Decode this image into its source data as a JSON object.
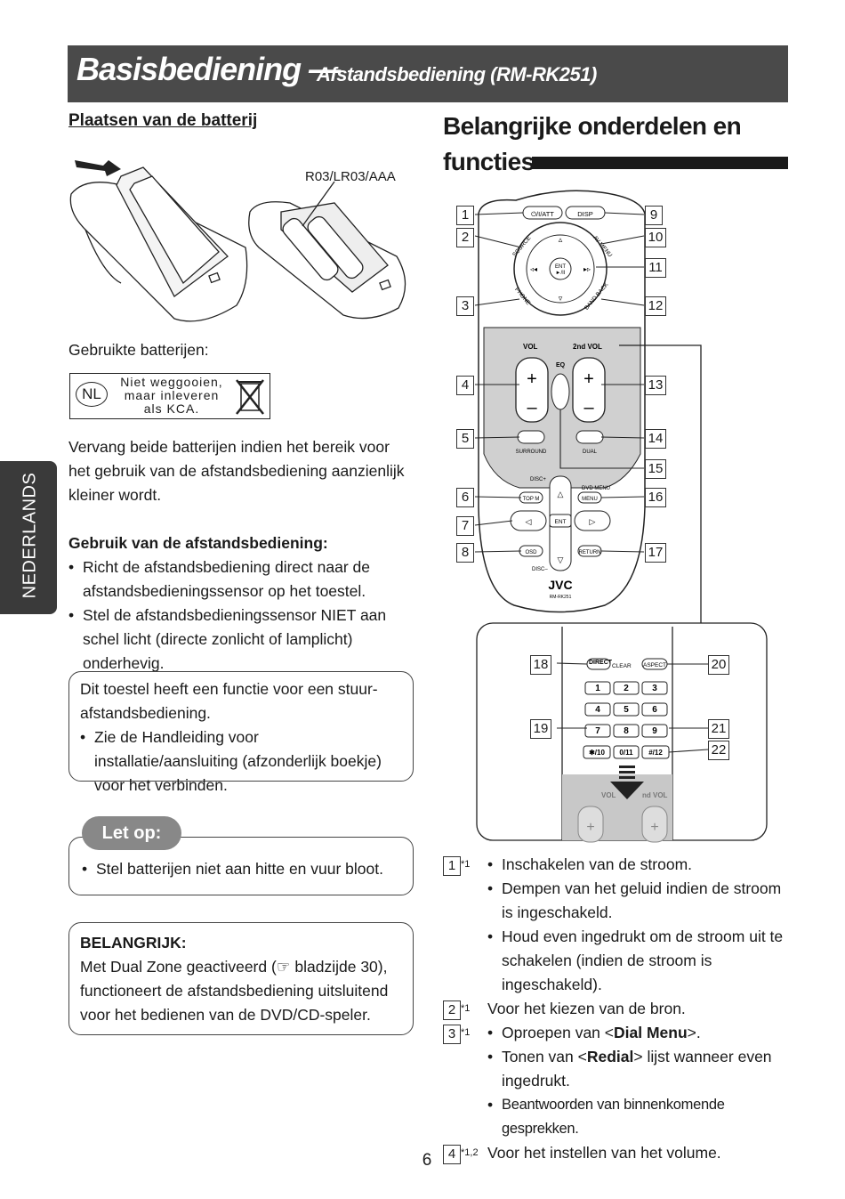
{
  "header": {
    "title": "Basisbediening —",
    "subtitle": "Afstandsbediening (RM-RK251)"
  },
  "side_tab": "NEDERLANDS",
  "left": {
    "battery_heading": "Plaatsen van de batterij",
    "battery_type": "R03/LR03/AAA",
    "used_batteries": "Gebruikte batterijen:",
    "kca": {
      "badge": "NL",
      "lines": [
        "Niet weggooien,",
        "maar inleveren",
        "als KCA."
      ]
    },
    "replace_text": "Vervang beide batterijen indien het bereik voor het gebruik van de afstandsbediening aanzienlijk kleiner wordt.",
    "use_heading": "Gebruik van de afstandsbediening:",
    "use_bullets": [
      "Richt de afstandsbediening direct naar de afstandsbedieningssensor op het toestel.",
      "Stel de afstandsbedieningssensor NIET aan schel licht (directe zonlicht of lamplicht) onderhevig."
    ],
    "steering_box": {
      "text": "Dit toestel heeft een functie voor een stuur-afstandsbediening.",
      "bullet": "Zie de Handleiding voor installatie/aansluiting (afzonderlijk boekje) voor het verbinden."
    },
    "caution": {
      "label": "Let op:",
      "bullet": "Stel batterijen niet aan hitte en vuur bloot."
    },
    "important": {
      "heading": "BELANGRIJK:",
      "text_before": "Met Dual Zone geactiveerd (",
      "ref_icon": "☞",
      "text_after": " bladzijde 30), functioneert de afstandsbediening uitsluitend voor het bedienen van de DVD/CD-speler."
    }
  },
  "right": {
    "title_line1": "Belangrijke onderdelen en",
    "title_line2": "functies",
    "remote_buttons": {
      "power": "⏻/I/ATT",
      "disp": "DISP",
      "source": "SOURCE",
      "av_menu": "AV MENU",
      "ent": "ENT",
      "phone": "PHONE",
      "bandback": "BAND BACK",
      "vol": "VOL",
      "vol2": "2nd VOL",
      "eq": "EQ",
      "surround": "SURROUND",
      "dual": "DUAL",
      "disc_plus": "DISC+",
      "dvd_menu": "DVD MENU",
      "topm": "TOP M",
      "menu": "MENU",
      "ent2": "ENT",
      "osd": "OSD",
      "return": "RETURN",
      "disc_minus": "DISC–",
      "brand": "JVC",
      "model": "RM-RK251",
      "direct": "DIRECT",
      "clear": "CLEAR",
      "aspect": "ASPECT",
      "keys": [
        "1",
        "2",
        "3",
        "4",
        "5",
        "6",
        "7",
        "8",
        "9",
        "✱/10",
        "0/11",
        "#/12"
      ]
    },
    "callouts": [
      "1",
      "2",
      "3",
      "4",
      "5",
      "6",
      "7",
      "8",
      "9",
      "10",
      "11",
      "12",
      "13",
      "14",
      "15",
      "16",
      "17",
      "18",
      "19",
      "20",
      "21",
      "22"
    ],
    "items": [
      {
        "num": "1",
        "sup": "*1",
        "bullets": [
          "Inschakelen van de stroom.",
          "Dempen van het geluid indien de stroom is ingeschakeld.",
          "Houd even ingedrukt om de stroom uit te schakelen (indien de stroom is ingeschakeld)."
        ]
      },
      {
        "num": "2",
        "sup": "*1",
        "text": "Voor het kiezen van de bron."
      },
      {
        "num": "3",
        "sup": "*1",
        "b1_pre": "Oproepen van <",
        "b1_bold": "Dial Menu",
        "b1_post": ">.",
        "b2_pre": "Tonen van <",
        "b2_bold": "Redial",
        "b2_post": "> lijst wanneer even ingedrukt.",
        "b3": "Beantwoorden van binnenkomende gesprekken."
      },
      {
        "num": "4",
        "sup": "*1,2",
        "text": "Voor het instellen van het volume."
      }
    ]
  },
  "page_number": "6"
}
